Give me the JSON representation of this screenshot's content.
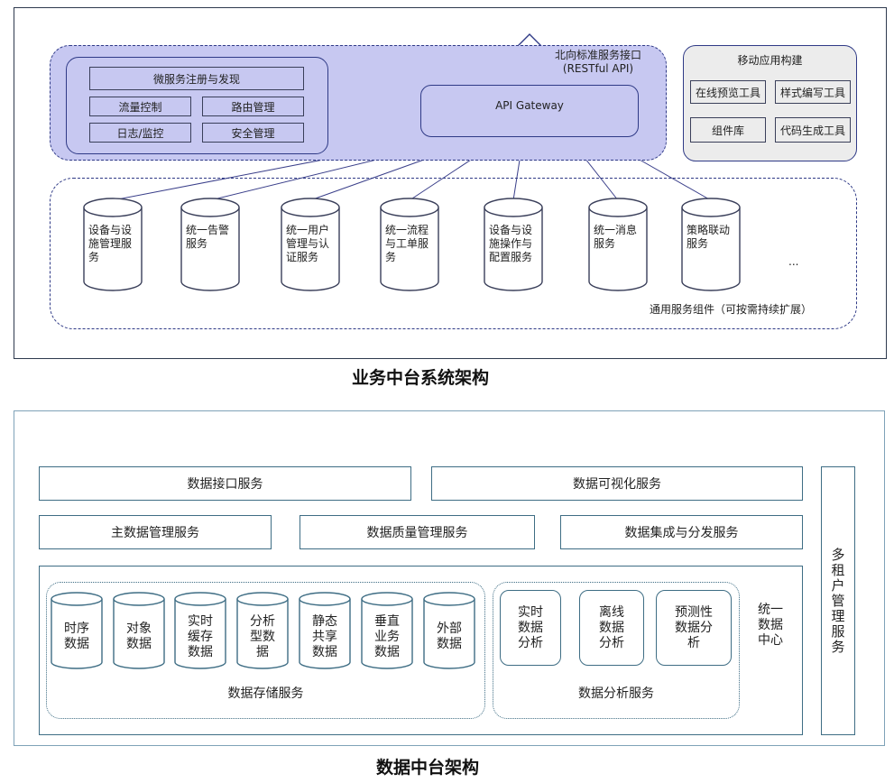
{
  "top": {
    "caption": "业务中台系统架构",
    "micro_group": {
      "registry": "微服务注册与发现",
      "items": [
        "流量控制",
        "路由管理",
        "日志/监控",
        "安全管理"
      ]
    },
    "gateway": "API Gateway",
    "north_interface": [
      "北向标准服务接口",
      "(RESTful API)"
    ],
    "mobile": {
      "title": "移动应用构建",
      "items": [
        "在线预览工具",
        "样式编写工具",
        "组件库",
        "代码生成工具"
      ]
    },
    "services": [
      [
        "设备与设",
        "施管理服",
        "务"
      ],
      [
        "统一告警",
        "服务"
      ],
      [
        "统一用户",
        "管理与认",
        "证服务"
      ],
      [
        "统一流程",
        "与工单服",
        "务"
      ],
      [
        "设备与设",
        "施操作与",
        "配置服务"
      ],
      [
        "统一消息",
        "服务"
      ],
      [
        "策略联动",
        "服务"
      ]
    ],
    "ellipsis": "...",
    "common_label": "通用服务组件（可按需持续扩展）"
  },
  "bottom": {
    "caption": "数据中台架构",
    "row1": [
      "数据接口服务",
      "数据可视化服务"
    ],
    "row2": [
      "主数据管理服务",
      "数据质量管理服务",
      "数据集成与分发服务"
    ],
    "storage": [
      [
        "时序",
        "数据"
      ],
      [
        "对象",
        "数据"
      ],
      [
        "实时",
        "缓存",
        "数据"
      ],
      [
        "分析",
        "型数",
        "据"
      ],
      [
        "静态",
        "共享",
        "数据"
      ],
      [
        "垂直",
        "业务",
        "数据"
      ],
      [
        "外部",
        "数据"
      ]
    ],
    "storage_label": "数据存储服务",
    "analysis": [
      [
        "实时",
        "数据",
        "分析"
      ],
      [
        "离线",
        "数据",
        "分析"
      ],
      [
        "预测性",
        "数据分",
        "析"
      ]
    ],
    "analysis_label": "数据分析服务",
    "center_label": [
      "统一",
      "数据",
      "中心"
    ],
    "tenant": [
      "多",
      "租",
      "户",
      "管",
      "理",
      "服",
      "务"
    ]
  },
  "colors": {
    "accent_fill": "#c7c8f1",
    "accent_stroke": "#2f3a86",
    "teal_stroke": "#3e6d84"
  }
}
